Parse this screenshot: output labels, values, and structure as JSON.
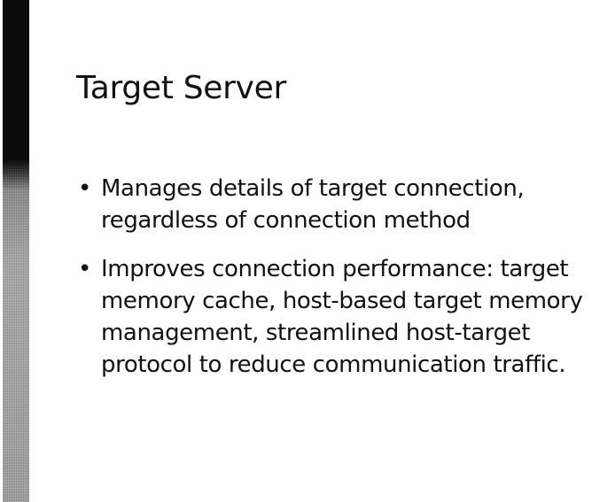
{
  "slide": {
    "title": "Target Server",
    "bullets": [
      "Manages details of target connection, regardless of connection method",
      "Improves connection performance: target memory cache, host-based target memory management, streamlined host-target protocol to reduce communication traffic."
    ],
    "bullet_symbol": "•"
  }
}
